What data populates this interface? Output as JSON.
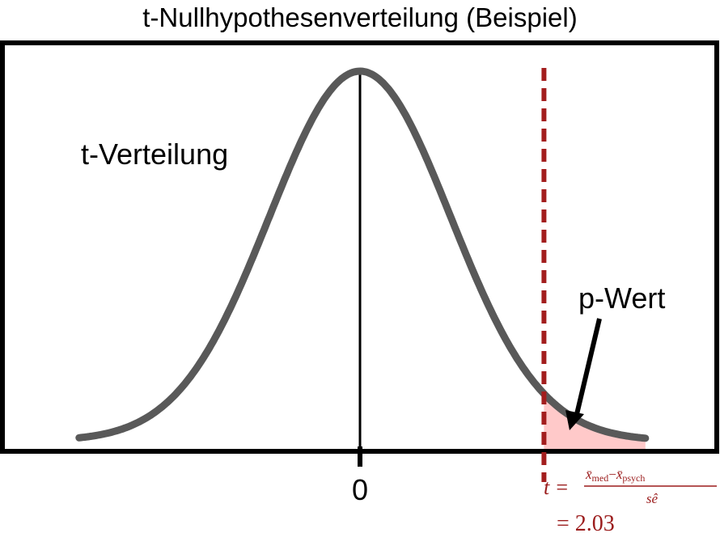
{
  "chart_data": {
    "type": "area",
    "title": "t-Nullhypothesenverteilung (Beispiel)",
    "curve_label": "t-Verteilung",
    "x_tick_labels": [
      "0"
    ],
    "xlim": [
      -3.1,
      3.15
    ],
    "t_value": 2.03,
    "shaded_region": "p-Wert",
    "shaded_from": 2.03,
    "annotations": {
      "pvalue": "p-Wert",
      "formula_t": "t =",
      "formula_num_left": "x̄",
      "formula_num_left_sub": "med",
      "formula_minus": "−",
      "formula_num_right": "x̄",
      "formula_num_right_sub": "psych",
      "formula_den": "sê",
      "formula_result": "= 2.03"
    },
    "colors": {
      "curve": "#595959",
      "threshold_line": "#a31e1e",
      "p_area": "#ffc9c9",
      "formula": "#9b1c1c"
    }
  }
}
